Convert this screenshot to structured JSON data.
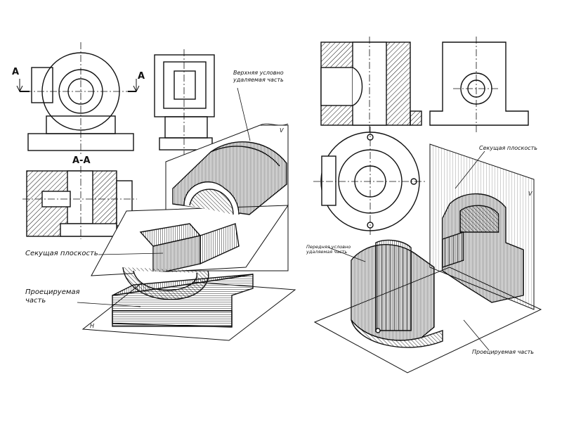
{
  "labels": {
    "section_mark_left": "A",
    "section_mark_right": "A",
    "section_title": "A-A",
    "upper_removed_part": "Верхняя условно удаляемая часть",
    "cutting_plane_left": "Секущая плоскость",
    "projected_part_left": "Проецируемая часть",
    "axis_v_left": "V",
    "axis_h_left": "H",
    "cutting_plane_right": "Секущая плоскость",
    "front_removed_part": "Передняя условно удаляемая часть",
    "projected_part_right": "Проецируемая часть",
    "axis_v_right": "V"
  },
  "colors": {
    "ink": "#111111",
    "paper": "#ffffff"
  }
}
